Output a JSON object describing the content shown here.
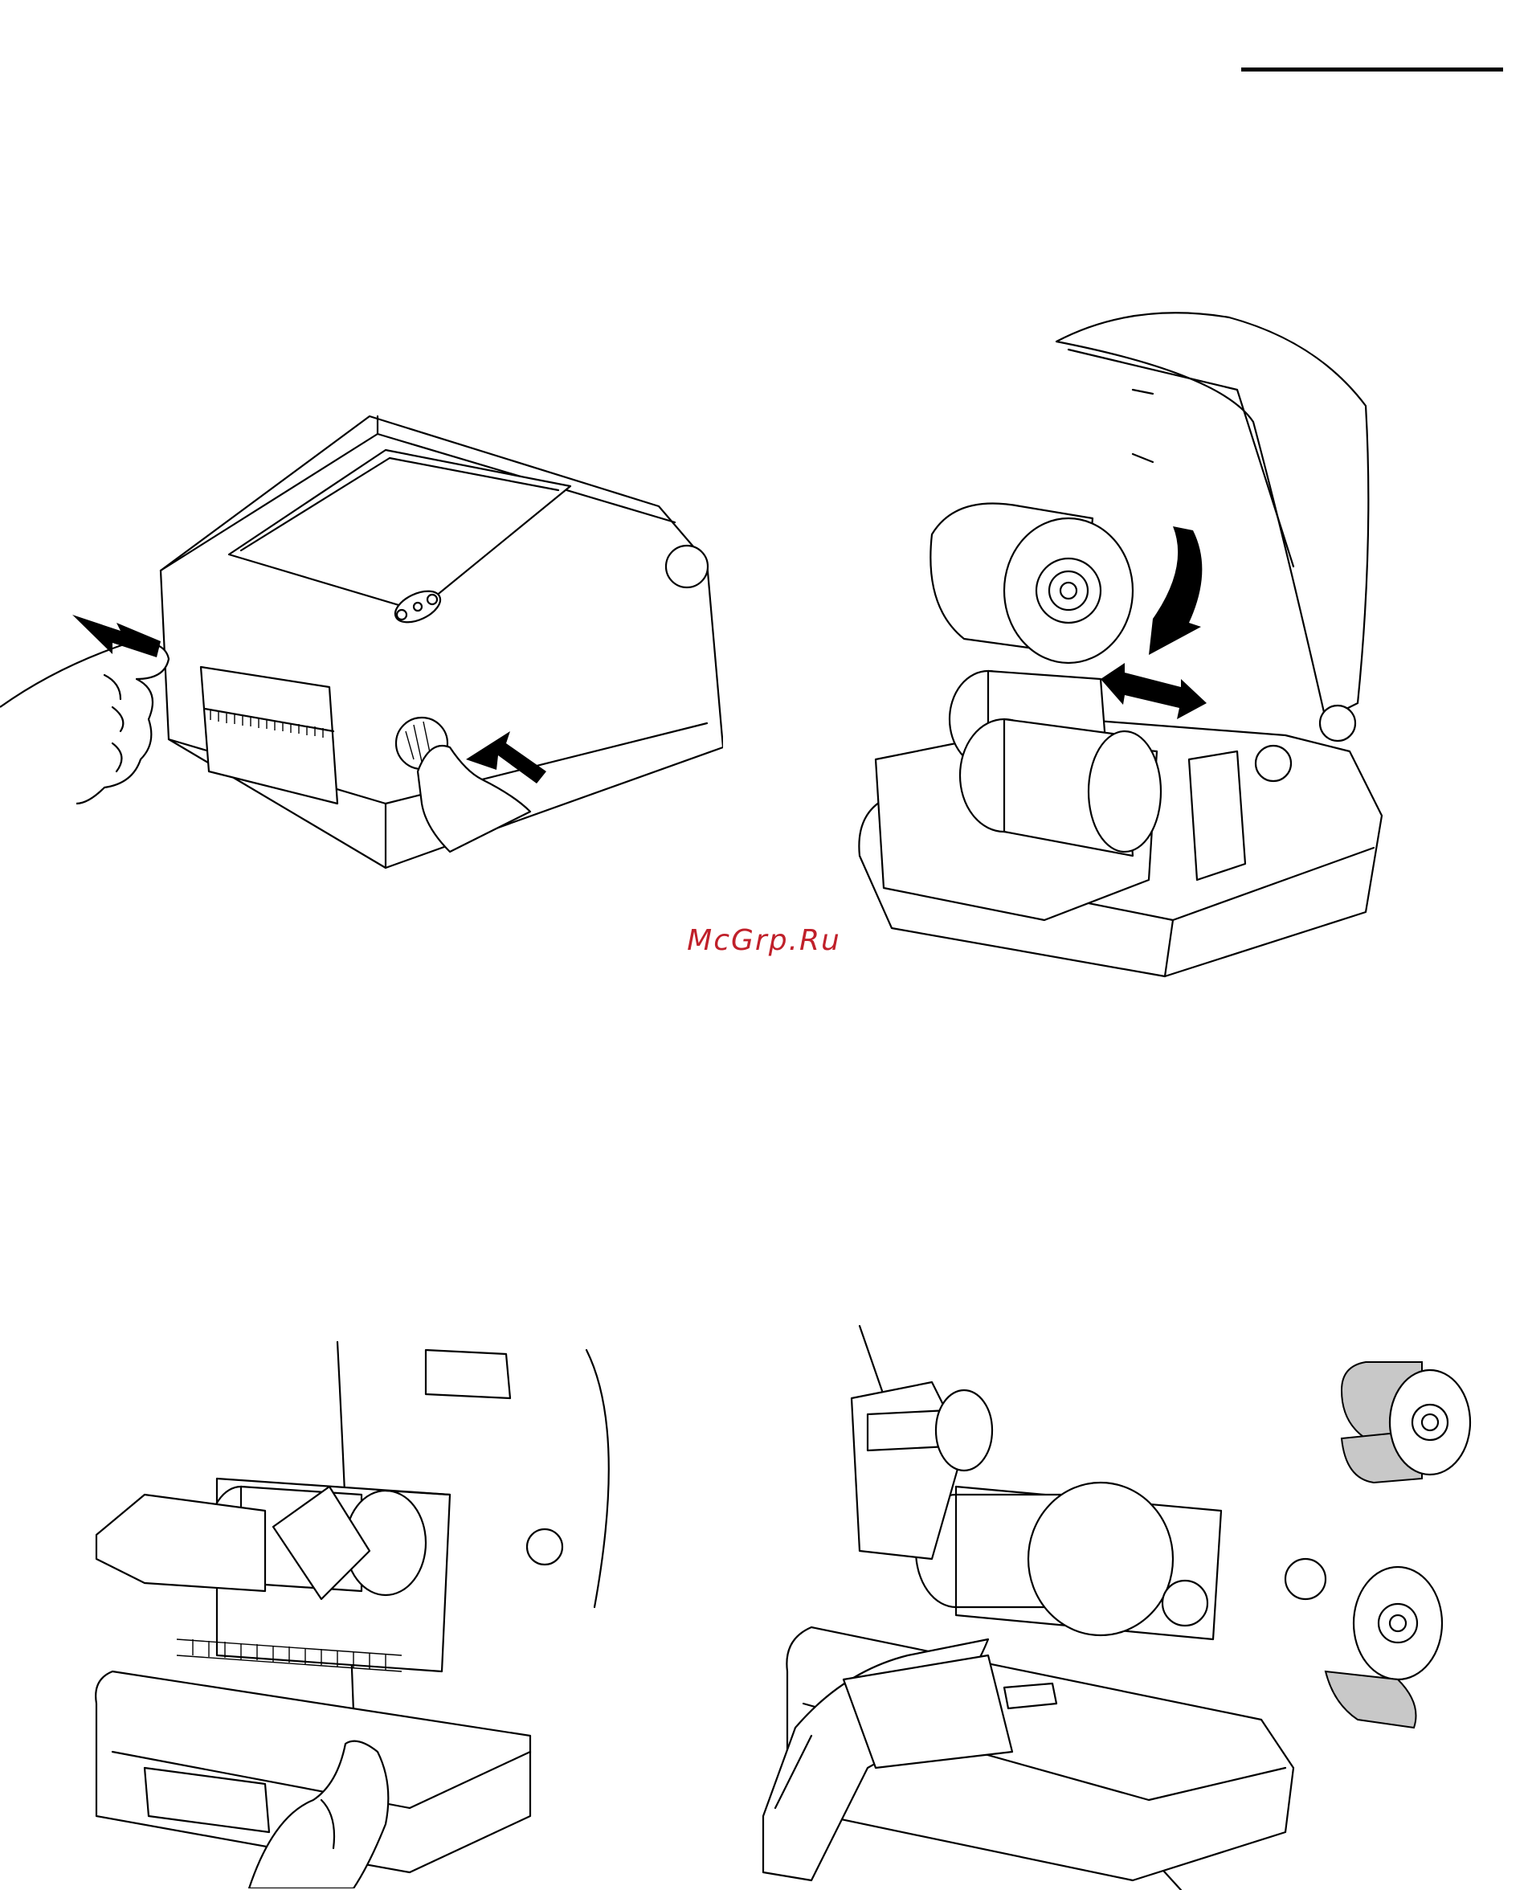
{
  "watermark": {
    "text": "McGrp.Ru",
    "color": "#c0202a"
  },
  "header_rule": {
    "color": "#000000"
  },
  "figures": [
    {
      "name": "figure-1",
      "icon": "printer-cover-release-icon"
    },
    {
      "name": "figure-2",
      "icon": "label-roll-loading-icon"
    },
    {
      "name": "figure-3",
      "icon": "print-head-open-icon"
    },
    {
      "name": "figure-4",
      "icon": "label-paper-path-icon"
    }
  ]
}
